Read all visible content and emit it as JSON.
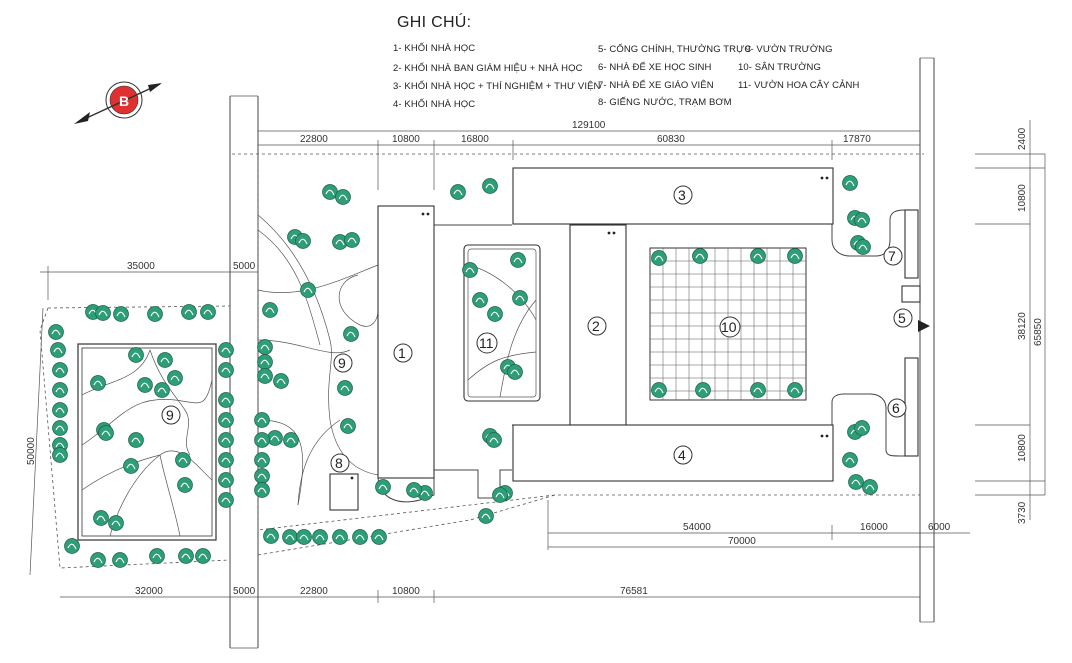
{
  "legend": {
    "title": "GHI CHÚ:",
    "items": [
      "1- KHỐI NHÀ HỌC",
      "2- KHỐI NHÀ BAN GIÁM HIỆU + NHÀ HỌC",
      "3- KHỐI NHÀ HỌC + THÍ NGHIỆM + THƯ VIỆN",
      "4- KHỐI NHÀ HỌC",
      "5- CỔNG CHÍNH, THƯỜNG TRỰC",
      "6- NHÀ ĐỂ XE HỌC SINH",
      "7- NHÀ ĐỂ XE GIÁO VIÊN",
      "8- GIẾNG NƯỚC, TRẠM BƠM",
      "9- VƯỜN TRƯỜNG",
      "10- SÂN TRƯỜNG",
      "11- VƯỜN HOA CÂY CẢNH"
    ]
  },
  "compass": {
    "letter": "B"
  },
  "dimensions": {
    "top": [
      "22800",
      "10800",
      "16800",
      "60830",
      "17870",
      "129100"
    ],
    "left_top": [
      "35000",
      "5000"
    ],
    "left_side": "50000",
    "bottom": [
      "32000",
      "5000",
      "22800",
      "10800",
      "76581"
    ],
    "bottom_right": [
      "54000",
      "16000",
      "6000",
      "70000"
    ],
    "right": [
      "2400",
      "10800",
      "38120",
      "10800",
      "3730",
      "65850"
    ]
  },
  "labels": {
    "block1": "1",
    "block2": "2",
    "block3": "3",
    "block4": "4",
    "gate5": "5",
    "parking6": "6",
    "parking7": "7",
    "well8": "8",
    "garden9a": "9",
    "garden9b": "9",
    "yard10": "10",
    "flower11": "11"
  },
  "colors": {
    "tree_fill": "#2e9e78",
    "tree_light": "#ffffff",
    "line": "#333333"
  }
}
